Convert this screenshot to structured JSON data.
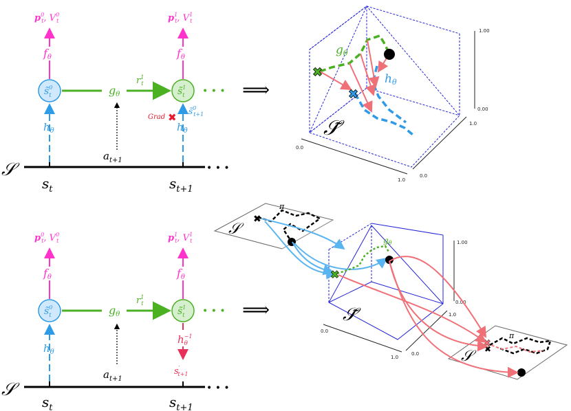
{
  "colors": {
    "magenta": "#ff33cc",
    "green": "#4bb022",
    "blue": "#2f9be6",
    "red": "#f07078",
    "black": "#000000",
    "cube": "#2323d9"
  },
  "top": {
    "out0": "p",
    "out0_sup": "0",
    "out0_sub": "t",
    "out0_v": "V",
    "out1_sup": "1",
    "f": "f",
    "theta": "θ",
    "s_tilde": "s̃",
    "g": "g",
    "r": "r",
    "h": "h",
    "grad": "Grad",
    "a": "a",
    "a_sub": "t+1",
    "S": "𝒮",
    "s": "s",
    "s_t_sub": "t",
    "s_t1_sub": "t+1",
    "dots": "• • •",
    "arrow": "⟹"
  },
  "bottom": {
    "h_inv": "h",
    "inv_sup": "−1",
    "s_prime": "s",
    "s_prime_sup": "′",
    "pi": "π"
  },
  "plot_ticks": {
    "z_top": "1.00",
    "z_bot": "0.00",
    "x_left": "0.0",
    "x_right": "1.0",
    "y_top": "1.0",
    "y_bot": "0.0"
  },
  "plot_labels": {
    "g": "g",
    "h": "h",
    "theta": "θ",
    "S_tilde": "𝒮̃",
    "S": "𝒮",
    "pi": "π"
  }
}
